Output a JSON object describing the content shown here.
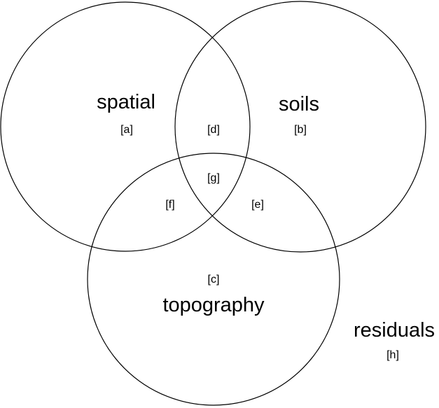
{
  "diagram": {
    "sets": [
      {
        "id": "spatial",
        "label": "spatial"
      },
      {
        "id": "soils",
        "label": "soils"
      },
      {
        "id": "topography",
        "label": "topography"
      }
    ],
    "outside_label": "residuals",
    "regions": {
      "a": "[a]",
      "b": "[b]",
      "c": "[c]",
      "d": "[d]",
      "e": "[e]",
      "f": "[f]",
      "g": "[g]",
      "h": "[h]"
    }
  }
}
